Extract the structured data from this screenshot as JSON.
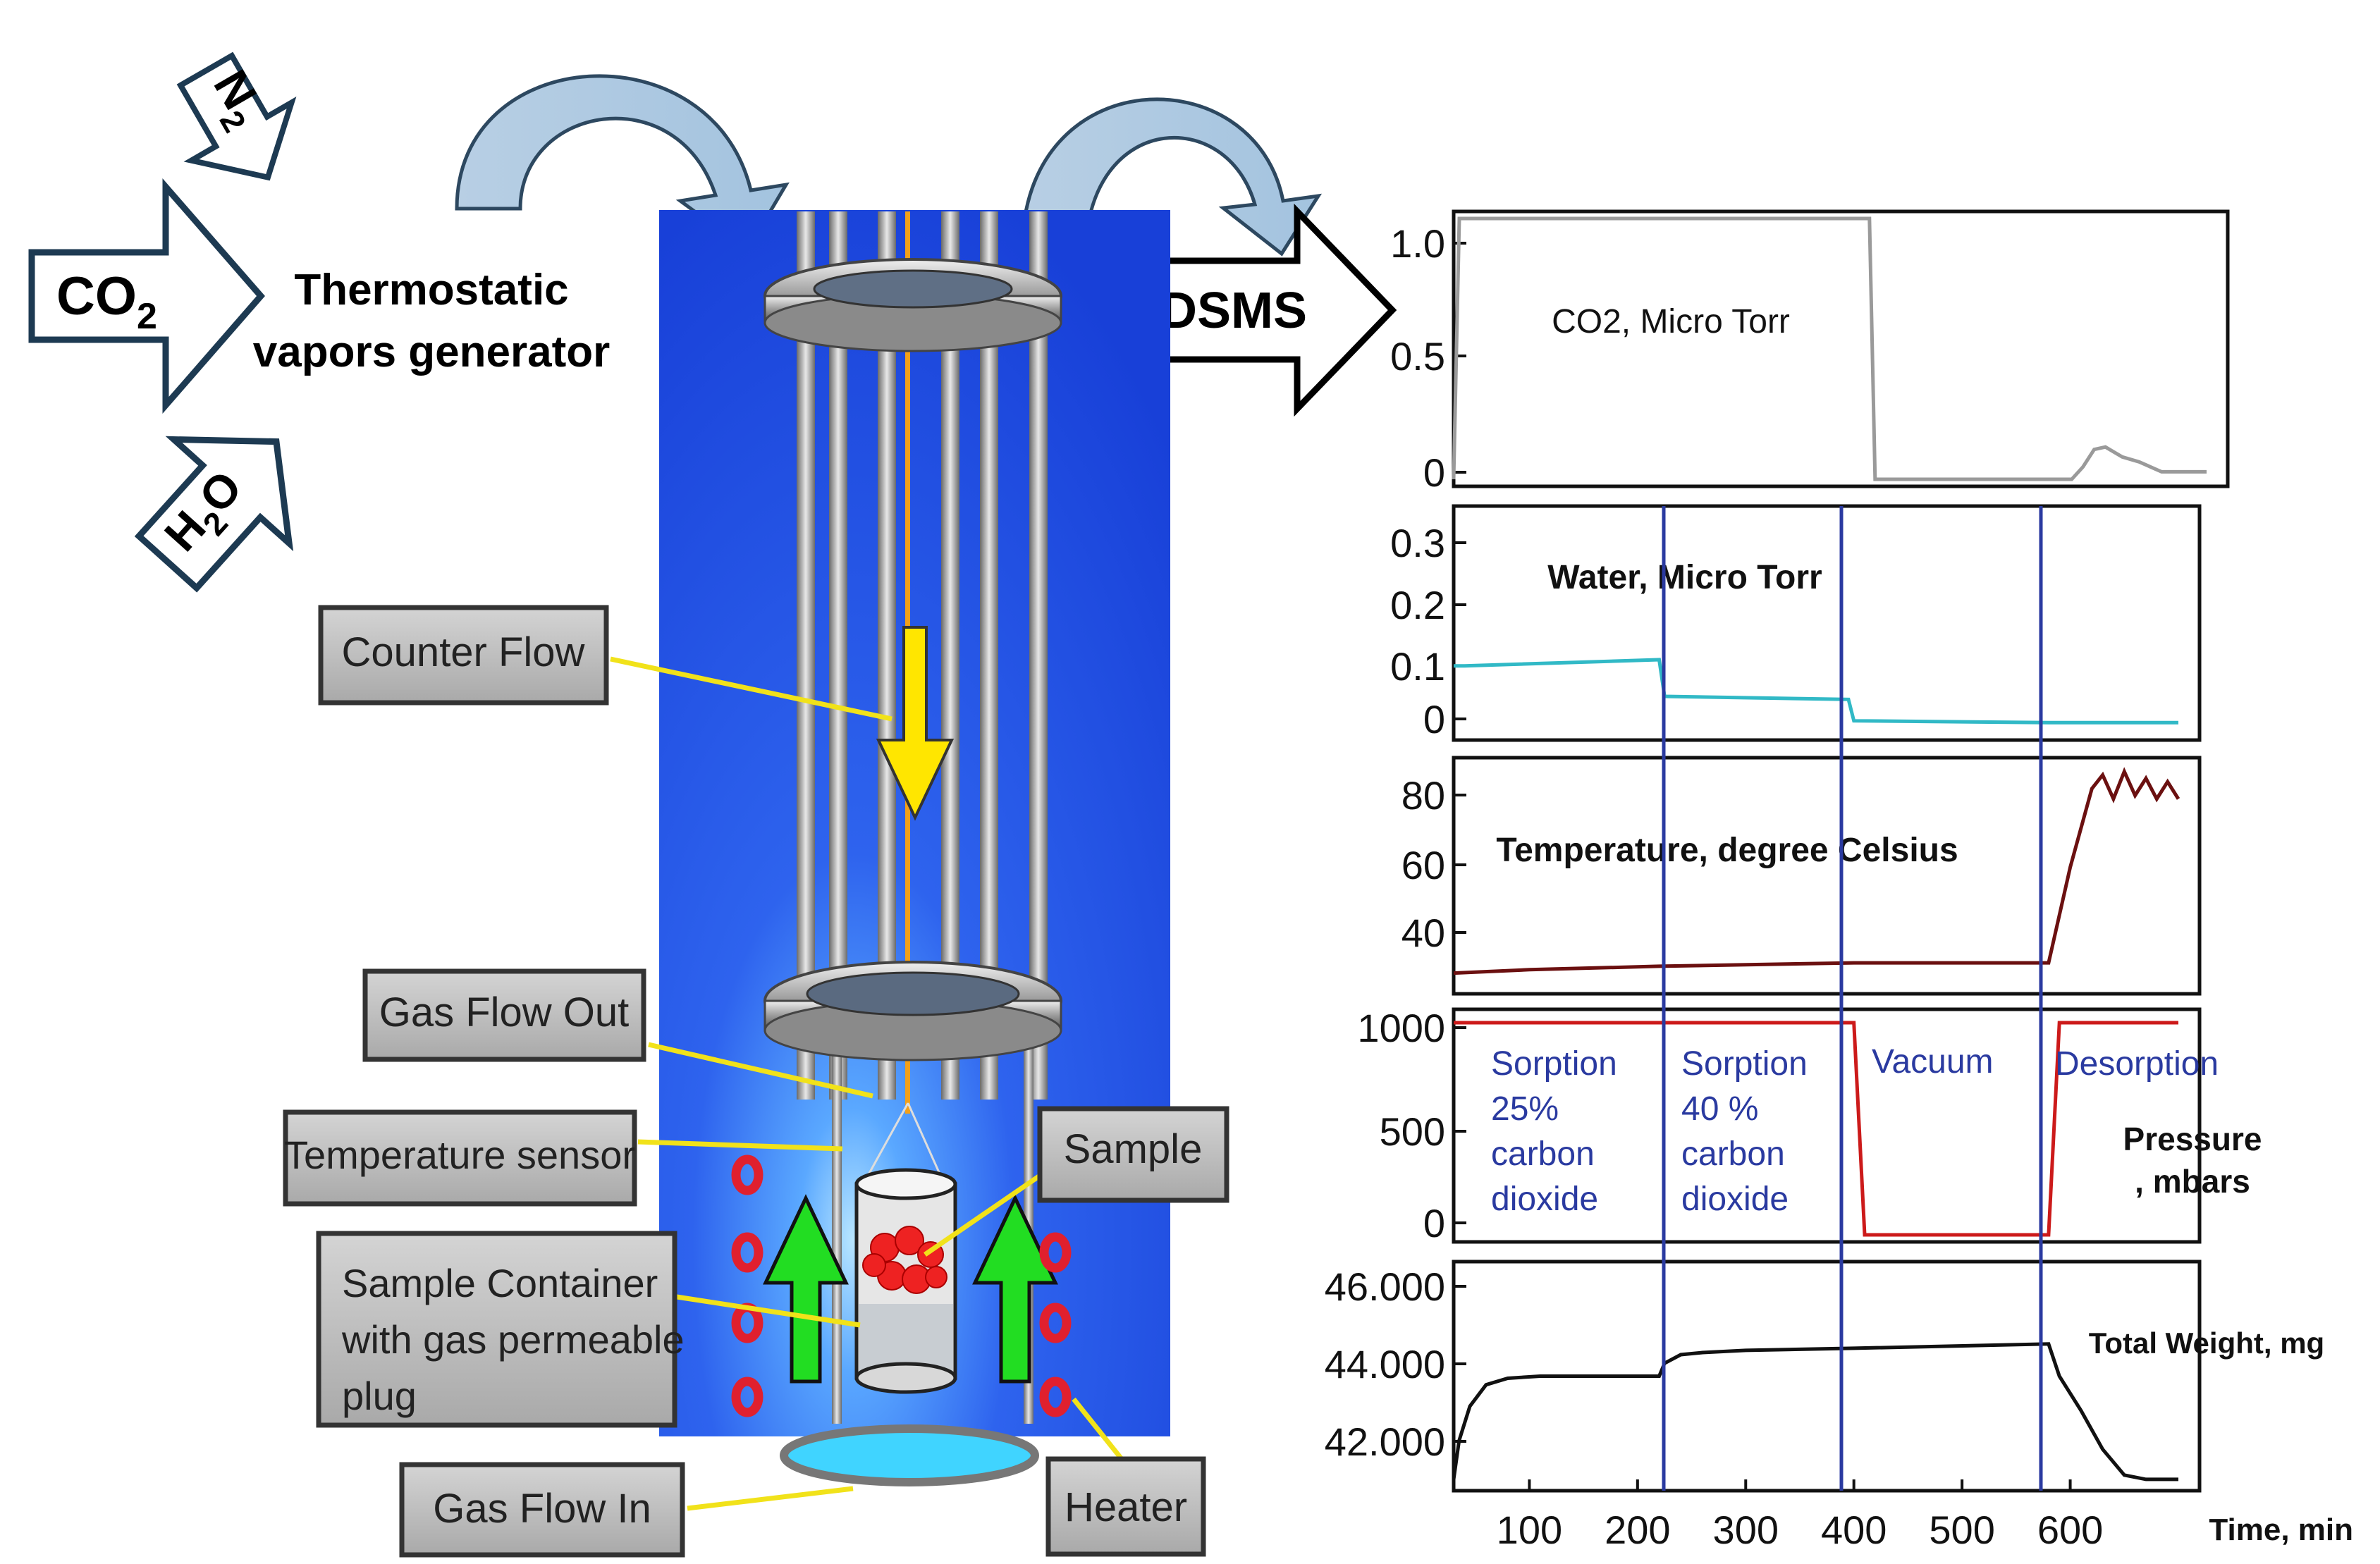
{
  "inputs": {
    "n2": {
      "main": "N",
      "sub": "2"
    },
    "co2": {
      "main": "CO",
      "sub": "2"
    },
    "h2o": {
      "main1": "H",
      "sub": "2",
      "main2": "O"
    }
  },
  "generator": {
    "line1": "Thermostatic",
    "line2": "vapors generator"
  },
  "dsms_label": "DSMS",
  "apparatus_labels": {
    "counter_flow": "Counter  Flow",
    "gas_flow_out": "Gas Flow  Out",
    "temperature_sensor": "Temperature sensor",
    "sample": "Sample",
    "sample_container": [
      "Sample Container",
      "with gas permeable",
      "plug"
    ],
    "gas_flow_in": "Gas Flow  In",
    "heater": "Heater"
  },
  "colors": {
    "column_blue": "#1f4fe0",
    "arrow_yellow": "#ffe600",
    "arrow_green": "#22dd22",
    "heater_red": "#e0202e",
    "divider_blue": "#2a3aa0",
    "co2_trace": "#9a9a9a",
    "water_trace": "#31b9c6",
    "temp_trace": "#6b1010",
    "pressure_trace": "#cc1a1a",
    "weight_trace": "#111111",
    "phase_text": "#2a3aa0"
  },
  "chart_data": [
    {
      "type": "line",
      "title": "CO2, Micro Torr",
      "yticks": [
        "1.0",
        "0.5",
        "0"
      ],
      "ylim": [
        0,
        1.05
      ],
      "x": [
        30,
        35,
        40,
        400,
        405,
        410,
        580,
        590,
        600,
        610,
        625,
        640,
        660,
        700
      ],
      "values": [
        0,
        1.05,
        1.05,
        1.05,
        0,
        0,
        0,
        0.05,
        0.12,
        0.13,
        0.09,
        0.07,
        0.03,
        0.03
      ]
    },
    {
      "type": "line",
      "title": "Water, Micro Torr",
      "yticks": [
        "0.3",
        "0.2",
        "0.1",
        "0"
      ],
      "ylim": [
        -0.01,
        0.35
      ],
      "x": [
        30,
        40,
        220,
        225,
        395,
        400,
        580,
        700
      ],
      "values": [
        0.1,
        0.1,
        0.11,
        0.05,
        0.045,
        0.01,
        0.007,
        0.007
      ]
    },
    {
      "type": "line",
      "title": "Temperature, degree Celsius",
      "yticks": [
        "80",
        "60",
        "40"
      ],
      "ylim": [
        25,
        90
      ],
      "x": [
        30,
        100,
        220,
        400,
        580,
        600,
        620,
        630,
        640,
        650,
        660,
        670,
        680,
        690,
        700
      ],
      "values": [
        29,
        30,
        31,
        32,
        32,
        60,
        83,
        87,
        80,
        88,
        81,
        86,
        80,
        85,
        80
      ]
    },
    {
      "type": "line",
      "title": "Pressure\n, mbars",
      "yticks": [
        "1000",
        "500",
        "0"
      ],
      "ylim": [
        0,
        1030
      ],
      "x": [
        30,
        400,
        410,
        580,
        590,
        700
      ],
      "values": [
        1000,
        1000,
        0,
        0,
        1000,
        1000
      ],
      "phases": [
        [
          "Sorption",
          "25%",
          "carbon",
          "dioxide"
        ],
        [
          "Sorption",
          "40 %",
          "carbon",
          "dioxide"
        ],
        [
          "Vacuum"
        ],
        [
          "Desorption"
        ]
      ]
    },
    {
      "type": "line",
      "title": "Total Weight, mg",
      "yticks": [
        "46.000",
        "44.000",
        "42.000"
      ],
      "xticks": [
        "100",
        "200",
        "300",
        "400",
        "500",
        "600"
      ],
      "xlabel": "Time, min",
      "ylim": [
        41.5,
        46.5
      ],
      "x": [
        30,
        35,
        45,
        60,
        80,
        110,
        150,
        220,
        225,
        240,
        260,
        300,
        400,
        580,
        590,
        610,
        630,
        650,
        670,
        700
      ],
      "values": [
        41.6,
        42.5,
        43.3,
        43.8,
        43.95,
        44.0,
        44.0,
        44.0,
        44.3,
        44.5,
        44.55,
        44.6,
        44.65,
        44.75,
        44.0,
        43.2,
        42.3,
        41.7,
        41.6,
        41.6
      ]
    }
  ]
}
